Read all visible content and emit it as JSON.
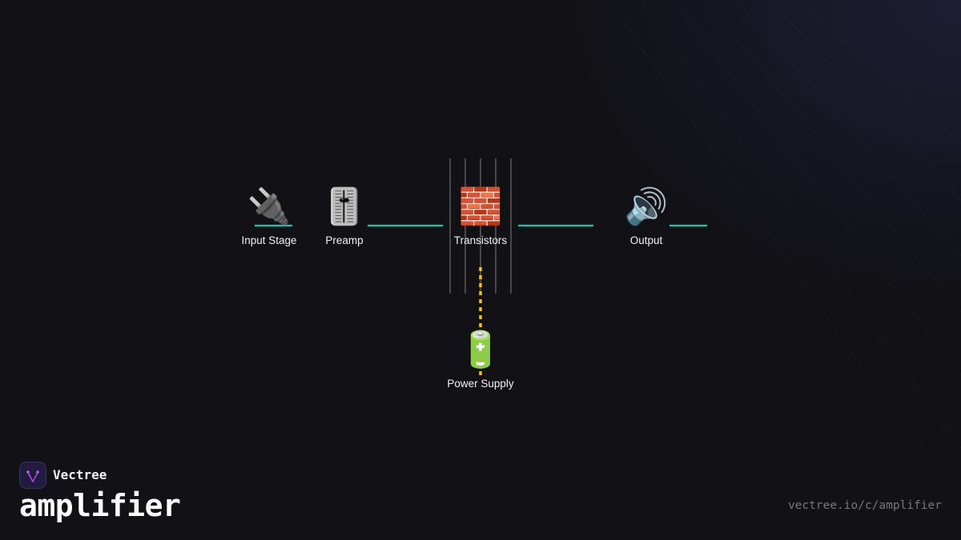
{
  "diagram": {
    "nodes": {
      "input_stage": {
        "label": "Input Stage",
        "icon": "🔌",
        "icon_name": "plug-icon"
      },
      "preamp": {
        "label": "Preamp",
        "icon": "🎚️",
        "icon_name": "level-slider-icon"
      },
      "transistors": {
        "label": "Transistors",
        "icon": "🧱",
        "icon_name": "brick-icon"
      },
      "output": {
        "label": "Output",
        "icon": "🔊",
        "icon_name": "speaker-icon"
      },
      "power_supply": {
        "label": "Power Supply",
        "icon": "🔋",
        "icon_name": "battery-icon"
      }
    },
    "colors": {
      "signal_link": "#1ec8b0",
      "power_link": "#f2c20f",
      "transistor_leads": "#55555c",
      "background": "#111116"
    }
  },
  "brand": {
    "name": "Vectree",
    "logo_icon": "vectree-logo-icon"
  },
  "footer": {
    "title": "amplifier",
    "url": "vectree.io/c/amplifier"
  }
}
